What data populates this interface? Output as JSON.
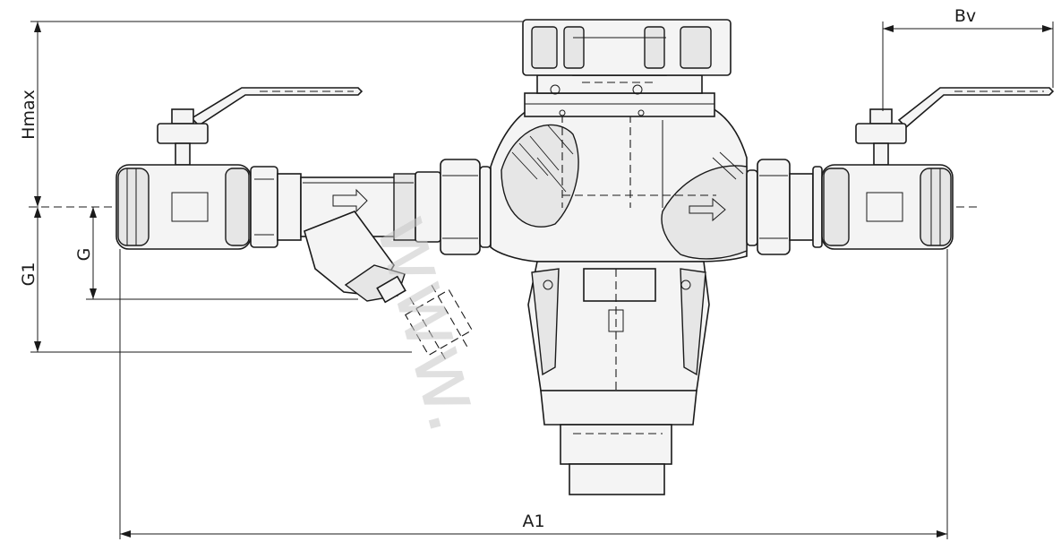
{
  "drawing": {
    "dimensions": {
      "hmax": "Hmax",
      "bv": "Bv",
      "g": "G",
      "g1": "G1",
      "a1": "A1"
    },
    "watermark": "www."
  }
}
